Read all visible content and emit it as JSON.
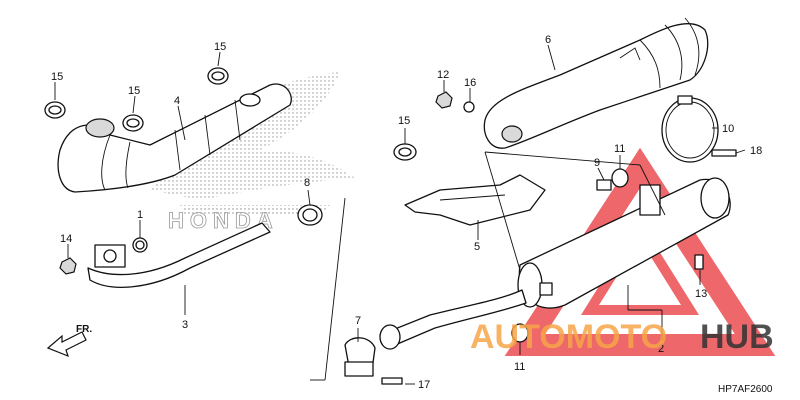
{
  "diagram": {
    "code": "HP7AF2600",
    "front_label": "FR.",
    "callouts": {
      "c1": "1",
      "c2": "2",
      "c3": "3",
      "c4": "4",
      "c5": "5",
      "c6": "6",
      "c7": "7",
      "c8": "8",
      "c9": "9",
      "c10": "10",
      "c11a": "11",
      "c11b": "11",
      "c12": "12",
      "c13": "13",
      "c14": "14",
      "c15a": "15",
      "c15b": "15",
      "c15c": "15",
      "c15d": "15",
      "c16": "16",
      "c17": "17",
      "c18": "18"
    }
  },
  "background_logo": {
    "text": "HONDA"
  },
  "watermark": {
    "text_part1": "AUTOMOTO",
    "text_part2": "HUB",
    "color_orange": "#f7a54a",
    "color_red": "#e8353a",
    "color_dark": "#333333"
  }
}
